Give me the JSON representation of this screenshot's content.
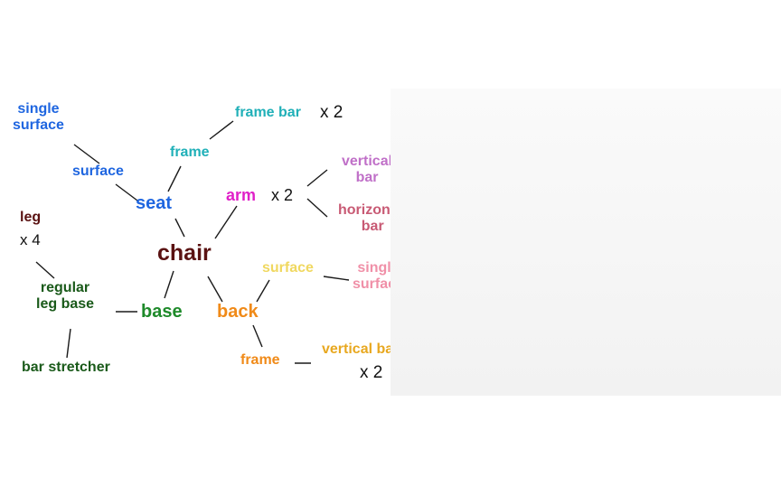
{
  "hierarchy": {
    "root": "chair",
    "single_surface_seat": [
      "single",
      "surface"
    ],
    "seat_surface": "surface",
    "seat": "seat",
    "seat_frame": "frame",
    "frame_bar": "frame bar",
    "frame_bar_mult": "x 2",
    "arm": "arm",
    "arm_mult": "x 2",
    "vertical_bar_arm": [
      "vertical",
      "bar"
    ],
    "horizontal_bar_arm": [
      "horizontal",
      "bar"
    ],
    "leg": "leg",
    "leg_mult": "x 4",
    "regular_leg_base": [
      "regular",
      "leg base"
    ],
    "bar_stretcher": "bar stretcher",
    "base": "base",
    "back": "back",
    "back_surface": "surface",
    "single_surface_back": [
      "single",
      "surface"
    ],
    "back_frame": "frame",
    "vertical_bar_back": "vertical bar",
    "vertical_bar_back_mult": "x 2"
  },
  "colors": {
    "chair": "#5a1212",
    "seat": "#1f66e0",
    "seat_children": "#3a78e6",
    "frame": "#20b8c0",
    "arm": "#e020c8",
    "arm_children": "#c878c8",
    "arm_horizontal": "#d0607a",
    "base": "#1e8a2a",
    "base_children": "#1a5a1a",
    "leg": "#5a1212",
    "back": "#f08a18",
    "back_surface": "#f5e070",
    "back_single_surface": "#f090a8",
    "back_vertical_bar": "#e8a820",
    "cushion": "#e86878",
    "seat_points": "#1a48e8",
    "frame_points": "#18b8c8",
    "arm_points": "#a040c8",
    "back_frame_points": "#e8b020",
    "leg_points": "#5a1414",
    "stretcher_points": "#1e7a2a"
  },
  "images": [
    "chair-point-cloud-1",
    "chair-point-cloud-2",
    "chair-point-cloud-3",
    "chair-point-cloud-4"
  ]
}
